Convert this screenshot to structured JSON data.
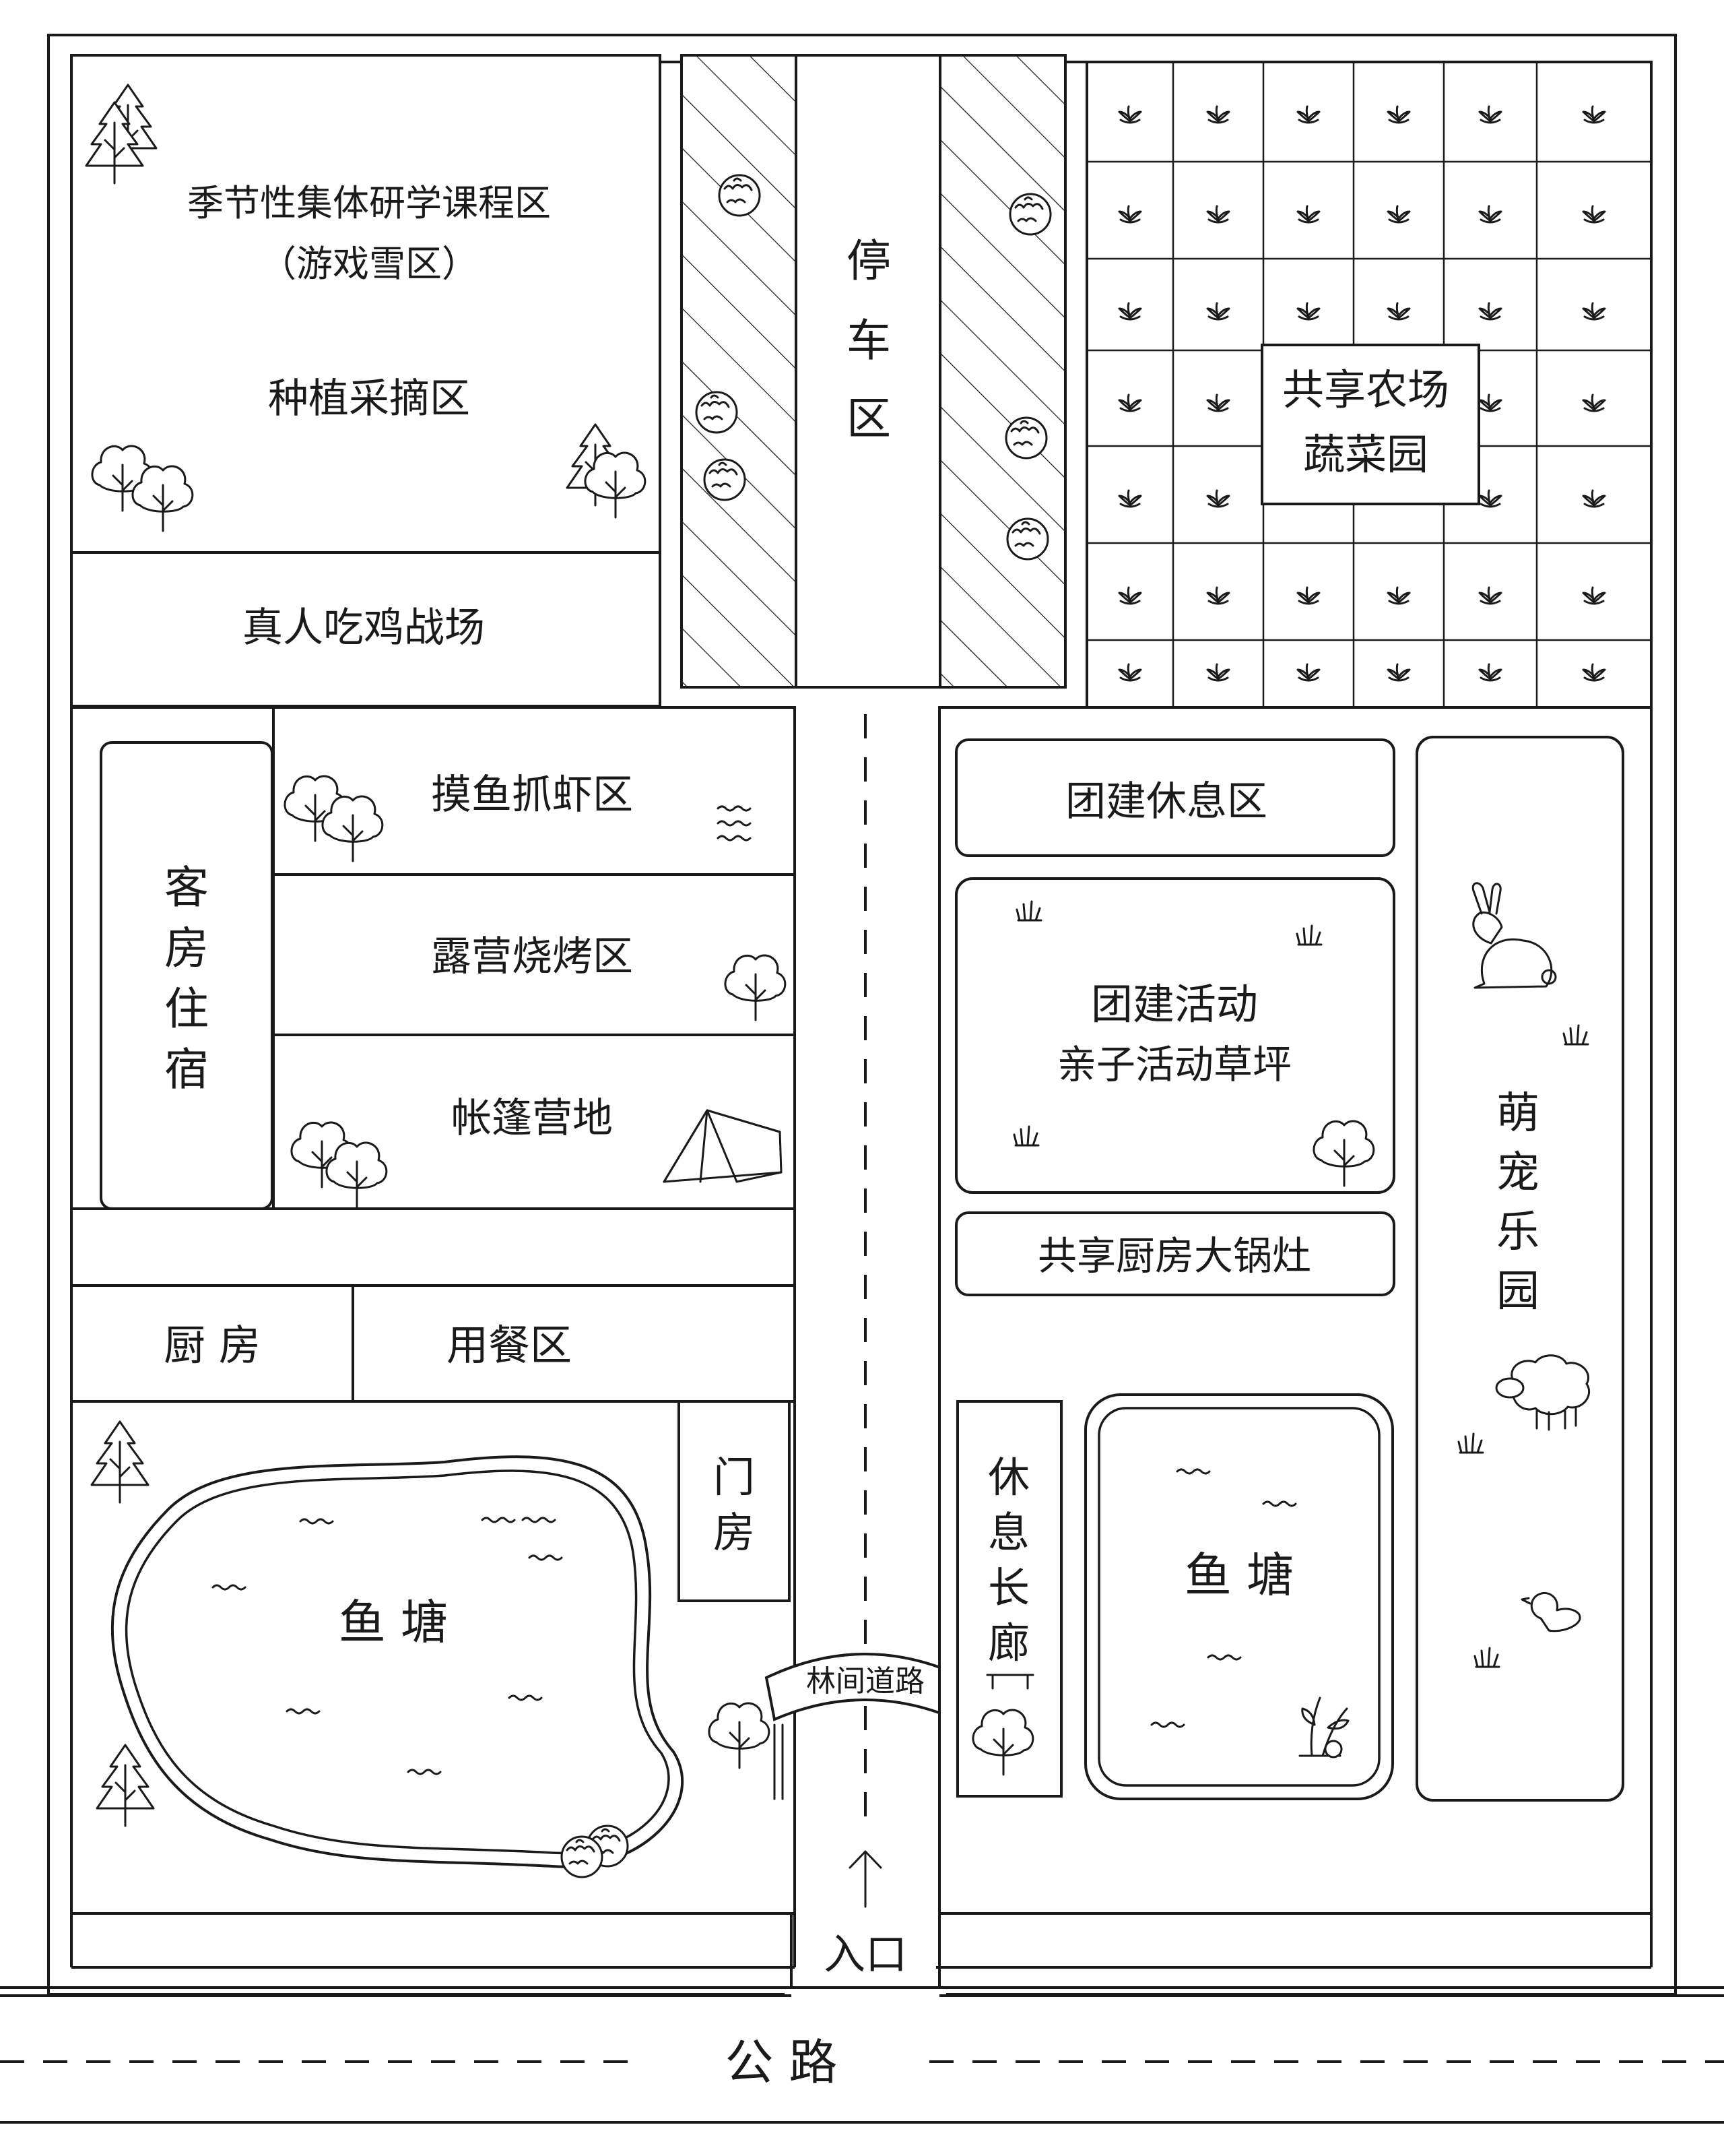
{
  "zones": {
    "study_line1": "季节性集体研学课程区",
    "study_line2": "（游戏雪区）",
    "picking": "种植采摘区",
    "battlefield": "真人吃鸡战场",
    "parking_1": "停",
    "parking_2": "车",
    "parking_3": "区",
    "farm_line1": "共享农场",
    "farm_line2": "蔬菜园",
    "guestroom_1": "客",
    "guestroom_2": "房",
    "guestroom_3": "住",
    "guestroom_4": "宿",
    "fishing": "摸鱼抓虾区",
    "bbq": "露营烧烤区",
    "tent": "帐篷营地",
    "kitchen": "厨 房",
    "dining": "用餐区",
    "gate_1": "门",
    "gate_2": "房",
    "pond_left": "鱼 塘",
    "team_rest": "团建休息区",
    "team_line1": "团建活动",
    "team_line2": "亲子活动草坪",
    "shared_kitchen": "共享厨房大锅灶",
    "pets_1": "萌",
    "pets_2": "宠",
    "pets_3": "乐",
    "pets_4": "园",
    "corridor_1": "休",
    "corridor_2": "息",
    "corridor_3": "长",
    "corridor_4": "廊",
    "pond_right": "鱼 塘",
    "forest_road": "林间道路",
    "entrance": "入口",
    "highway": "公    路"
  },
  "icons": [
    "tree-icon",
    "round-tree-icon",
    "bush-icon",
    "plant-sprout-icon",
    "wave-icon",
    "tent-icon",
    "rabbit-icon",
    "sheep-icon",
    "duck-icon",
    "grass-tuft-icon",
    "bench-icon",
    "arrow-up-icon"
  ]
}
